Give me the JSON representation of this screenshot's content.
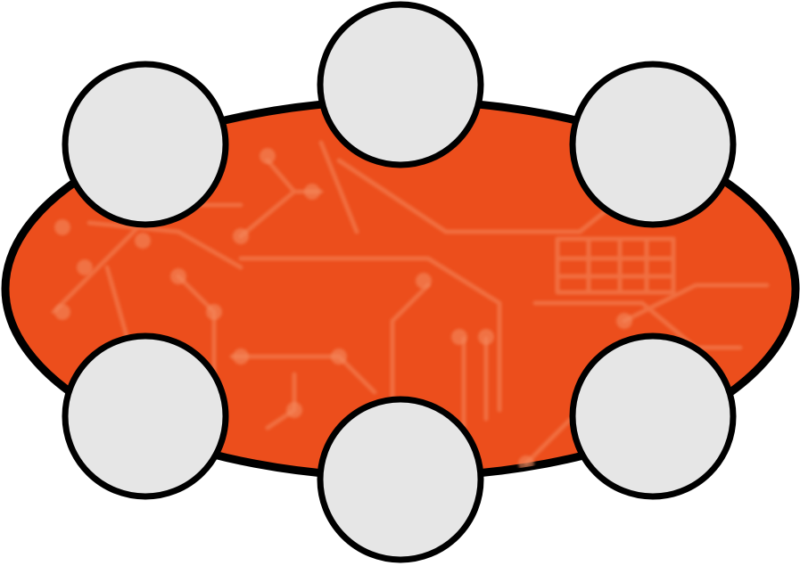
{
  "diagram": {
    "type": "hub-and-spoke",
    "hub": {
      "label": "",
      "fill": "#ec4e1c",
      "pattern": "circuit-board",
      "pattern_color": "#f48a5f"
    },
    "nodes": [
      {
        "id": "top",
        "label": ""
      },
      {
        "id": "top-left",
        "label": ""
      },
      {
        "id": "top-right",
        "label": ""
      },
      {
        "id": "bottom-left",
        "label": ""
      },
      {
        "id": "bottom-center",
        "label": ""
      },
      {
        "id": "bottom-right",
        "label": ""
      }
    ],
    "node_fill": "#e6e6e6",
    "stroke_color": "#000000"
  }
}
